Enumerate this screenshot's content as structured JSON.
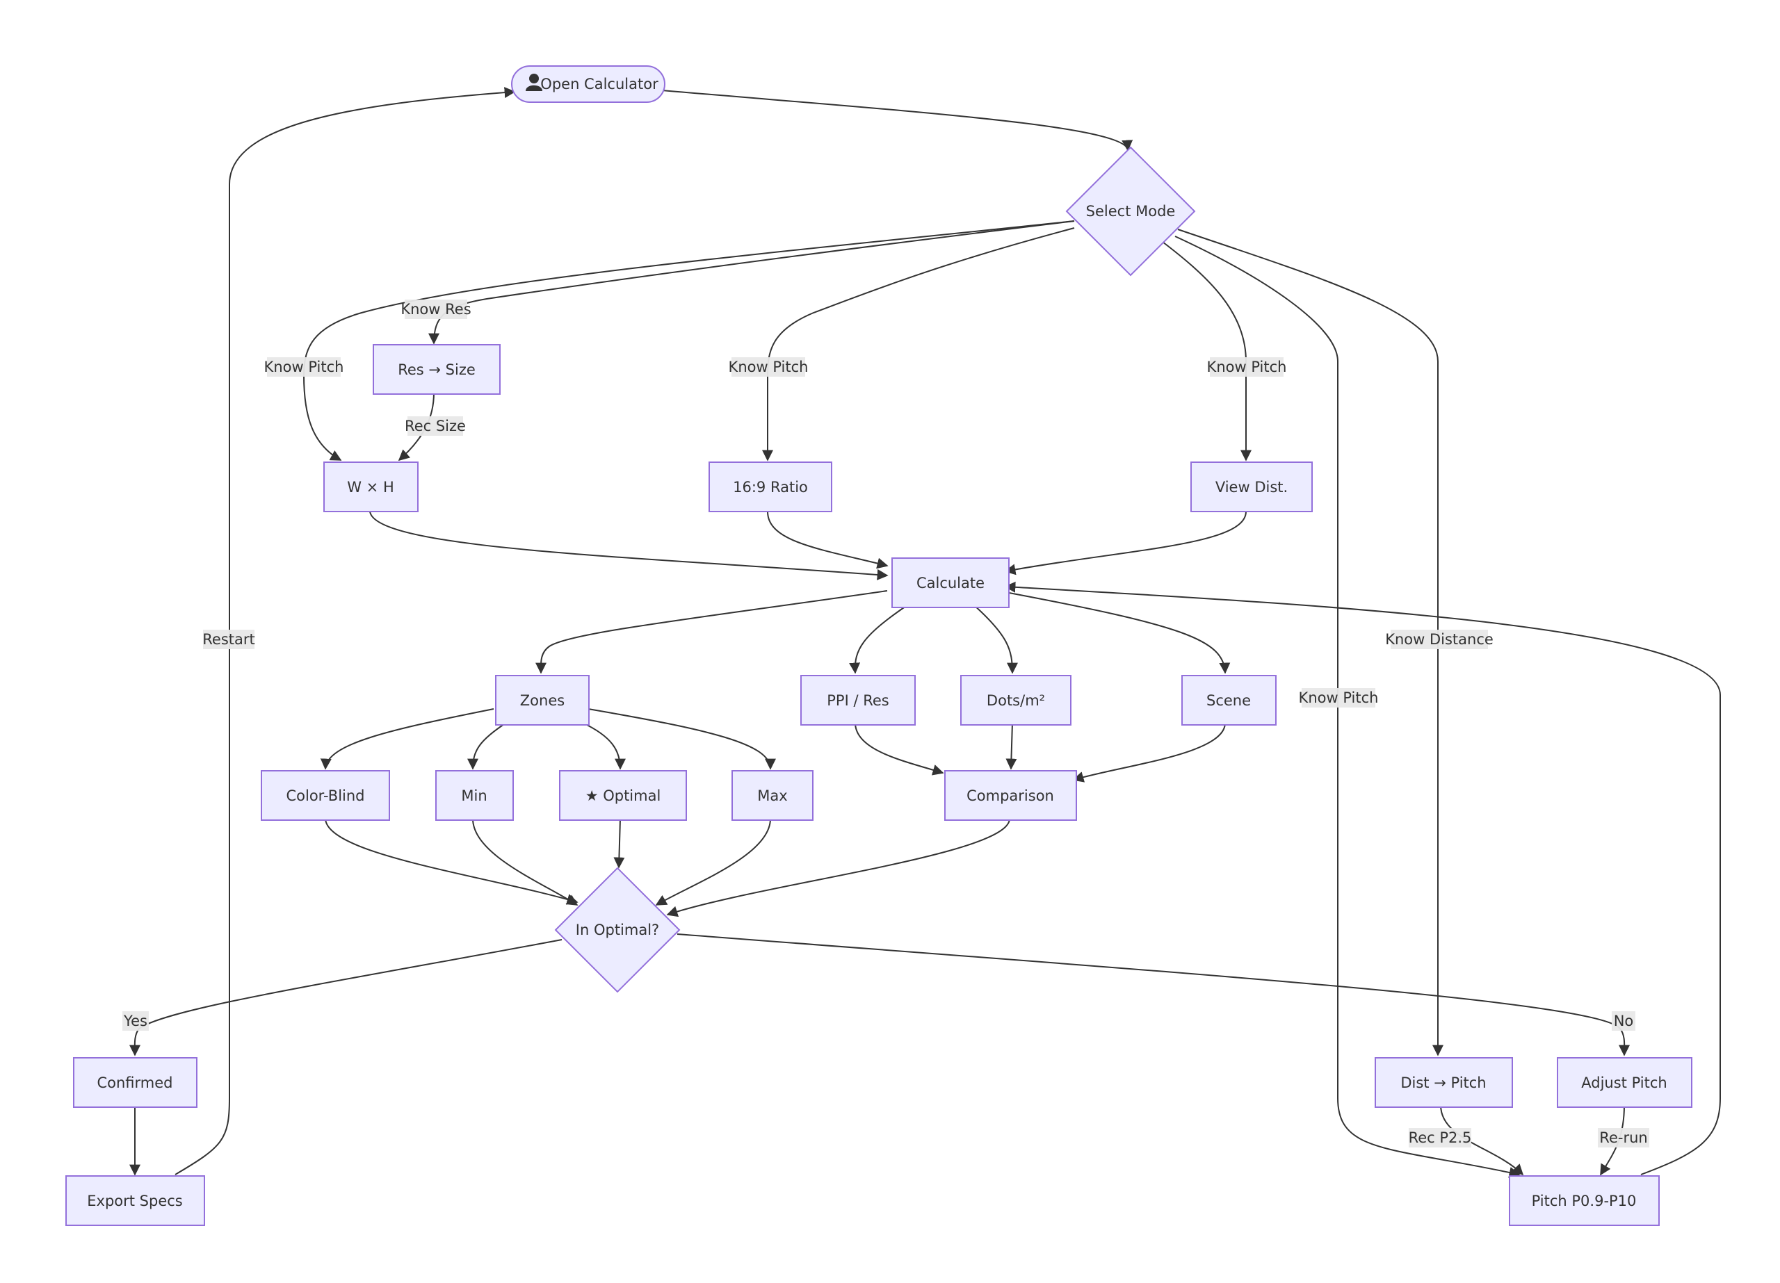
{
  "diagram": {
    "nodes": [
      {
        "id": "open",
        "label": "Open Calculator",
        "icon": "user-icon"
      },
      {
        "id": "select",
        "label": "Select Mode"
      },
      {
        "id": "res2size",
        "label": "Res → Size"
      },
      {
        "id": "wxh",
        "label": "W × H"
      },
      {
        "id": "ratio",
        "label": "16:9 Ratio"
      },
      {
        "id": "viewdist",
        "label": "View Dist."
      },
      {
        "id": "calculate",
        "label": "Calculate"
      },
      {
        "id": "zones",
        "label": "Zones"
      },
      {
        "id": "ppi",
        "label": "PPI / Res"
      },
      {
        "id": "dots",
        "label": "Dots/m²"
      },
      {
        "id": "scene",
        "label": "Scene"
      },
      {
        "id": "colorblind",
        "label": "Color-Blind"
      },
      {
        "id": "min",
        "label": "Min"
      },
      {
        "id": "optimal",
        "label": "★ Optimal"
      },
      {
        "id": "max",
        "label": "Max"
      },
      {
        "id": "comparison",
        "label": "Comparison"
      },
      {
        "id": "inoptimal",
        "label": "In Optimal?"
      },
      {
        "id": "confirmed",
        "label": "Confirmed"
      },
      {
        "id": "export",
        "label": "Export Specs"
      },
      {
        "id": "dist2pitch",
        "label": "Dist → Pitch"
      },
      {
        "id": "adjust",
        "label": "Adjust Pitch"
      },
      {
        "id": "pitch",
        "label": "Pitch P0.9-P10"
      }
    ],
    "edge_labels": {
      "know_res": "Know Res",
      "know_pitch_left": "Know Pitch",
      "rec_size": "Rec Size",
      "know_pitch_mid": "Know Pitch",
      "know_pitch_right": "Know Pitch",
      "know_distance": "Know Distance",
      "know_pitch_far": "Know Pitch",
      "restart": "Restart",
      "yes": "Yes",
      "no": "No",
      "rec_p25": "Rec P2.5",
      "rerun": "Re-run"
    }
  }
}
